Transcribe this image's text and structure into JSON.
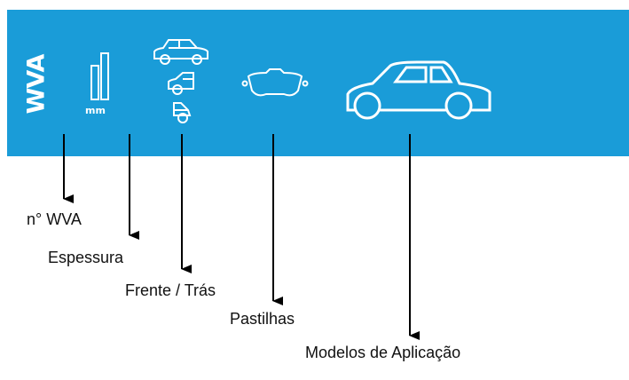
{
  "banner": {
    "brand": "WVA",
    "thickness_unit": "mm",
    "color": "#1a9cd8"
  },
  "labels": {
    "wva_number": "n° WVA",
    "thickness": "Espessura",
    "front_rear": "Frente / Trás",
    "pads": "Pastilhas",
    "application_models": "Modelos de Aplicação"
  },
  "icons": [
    "thickness-bars-icon",
    "sedan-icon",
    "car-front-icon",
    "car-rear-icon",
    "brake-pad-icon",
    "large-car-icon"
  ]
}
